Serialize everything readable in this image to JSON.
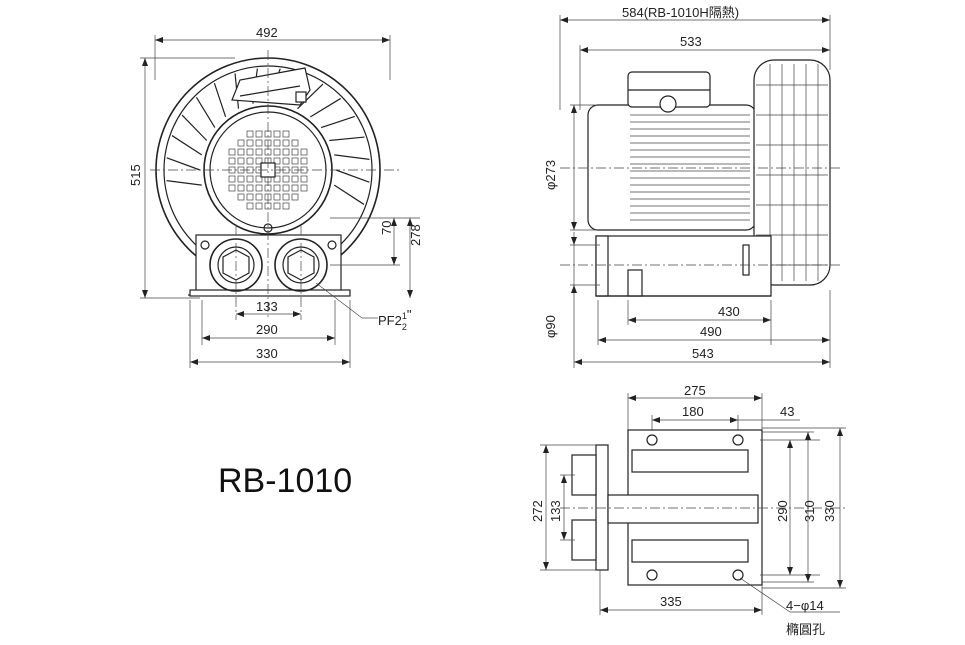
{
  "model": "RB-1010",
  "front_view": {
    "width_top": "492",
    "height": "515",
    "outlet_height": "278",
    "outlet_offset": "70",
    "port_spacing": "133",
    "base_inner": "290",
    "base_outer": "330",
    "port_thread_prefix": "PF2",
    "port_thread_num": "1",
    "port_thread_den": "2",
    "port_thread_suffix": "\""
  },
  "side_view": {
    "overall_note": "584(RB-1010H隔熱)",
    "overall": "533",
    "motor_dia": "φ273",
    "port_dia": "φ90",
    "base_430": "430",
    "base_490": "490",
    "base_543": "543"
  },
  "bottom_view": {
    "width_275": "275",
    "hole_spacing_180": "180",
    "edge_43": "43",
    "length_272": "272",
    "port_133": "133",
    "inner_290": "290",
    "holes_310": "310",
    "outer_330": "330",
    "base_335": "335",
    "hole_spec": "4−φ14",
    "hole_type": "橢圓孔"
  }
}
